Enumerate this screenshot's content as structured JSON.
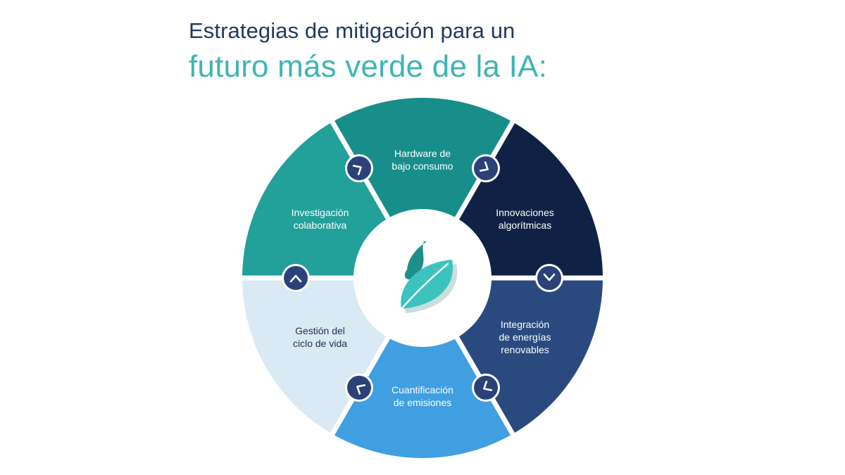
{
  "title": {
    "line1": "Estrategias de mitigación para un",
    "line2": "futuro más verde de la IA:"
  },
  "center": {
    "icon": "leaf-icon"
  },
  "segments": [
    {
      "key": "hardware",
      "lines": [
        "Hardware de",
        "bajo consumo"
      ],
      "color": "#178e8a"
    },
    {
      "key": "algoritmos",
      "lines": [
        "Innovaciones",
        "algorítmicas"
      ],
      "color": "#0f2245"
    },
    {
      "key": "renovables",
      "lines": [
        "Integración",
        "de energías",
        "renovables"
      ],
      "color": "#2a4a7f"
    },
    {
      "key": "emisiones",
      "lines": [
        "Cuantificación",
        "de emisiones"
      ],
      "color": "#3f9fe0"
    },
    {
      "key": "ciclo",
      "lines": [
        "Gestión del",
        "ciclo de vida"
      ],
      "color": "#d9eaf5"
    },
    {
      "key": "investigacion",
      "lines": [
        "Investigación",
        "colaborativa"
      ],
      "color": "#22a09a"
    }
  ],
  "arrows": [
    {
      "key": "hardware-to-algoritmos",
      "icon": "chevron-down-right-icon"
    },
    {
      "key": "algoritmos-to-renovables",
      "icon": "chevron-down-icon"
    },
    {
      "key": "renovables-to-emisiones",
      "icon": "chevron-down-left-icon"
    },
    {
      "key": "emisiones-to-ciclo",
      "icon": "chevron-up-left-icon"
    },
    {
      "key": "ciclo-to-investigacion",
      "icon": "chevron-up-icon"
    },
    {
      "key": "investigacion-to-hardware",
      "icon": "chevron-up-right-icon"
    }
  ],
  "colors": {
    "title_primary": "#1f3a60",
    "title_accent": "#3fb5b2",
    "arrow_badge": "#2a4278",
    "leaf_back": "#1d8f8a",
    "leaf_front": "#3cc3bd"
  }
}
